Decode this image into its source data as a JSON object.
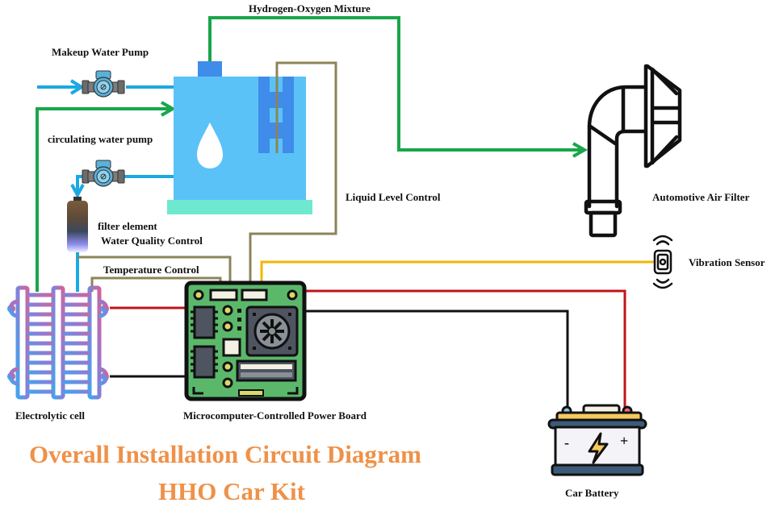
{
  "title": {
    "line1": "Overall Installation Circuit Diagram",
    "line2": "HHO Car Kit"
  },
  "components": {
    "makeup_pump": {
      "label": "Makeup Water Pump"
    },
    "circulating_pump": {
      "label": "circulating water pump"
    },
    "filter": {
      "label": "filter element"
    },
    "water_quality": {
      "label": "Water Quality Control"
    },
    "temperature": {
      "label": "Temperature Control"
    },
    "liquid_level": {
      "label": "Liquid Level Control"
    },
    "gas_line": {
      "label": "Hydrogen-Oxygen Mixture"
    },
    "air_filter": {
      "label": "Automotive Air Filter"
    },
    "vibration_sensor": {
      "label": "Vibration Sensor"
    },
    "electrolytic_cell": {
      "label": "Electrolytic cell"
    },
    "power_board": {
      "label": "Microcomputer-Controlled Power Board"
    },
    "battery": {
      "label": "Car Battery",
      "minus": "-",
      "plus": "+"
    }
  },
  "colors": {
    "water": "#1ba9e1",
    "gas": "#19a64a",
    "signal": "#8c8458",
    "sensor_signal": "#f2b705",
    "positive": "#c0141b",
    "negative": "#111111",
    "title": "#ef9148",
    "tank": "#5bc2f7",
    "tank_base": "#6fe8d0",
    "board": "#5bb86b"
  }
}
